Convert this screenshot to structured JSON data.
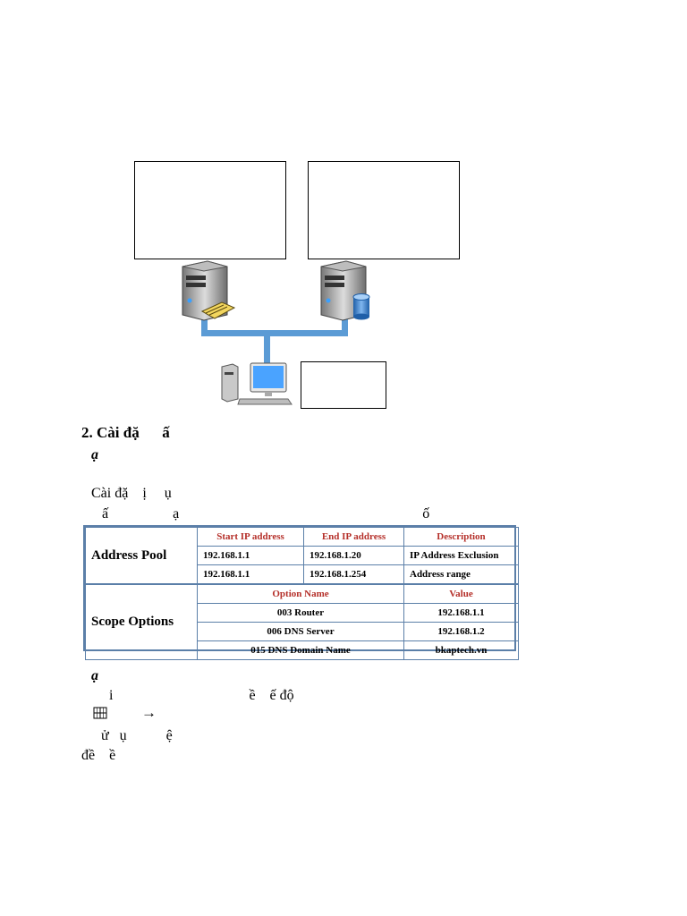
{
  "section": {
    "heading": "2. Cài đặ      ấ",
    "line_a": "ạ",
    "line_b": "Cài đặ    ị     ụ",
    "line_c": "ấ                  ạ                                                                    ố",
    "line_d": "ạ",
    "line_e": "i                                      ề    ế độ",
    "line_f": "→",
    "line_g": "ử   ụ           ệ",
    "line_h": "đề    ề"
  },
  "table": {
    "address_pool": {
      "label": "Address Pool",
      "headers": [
        "Start IP address",
        "End IP address",
        "Description"
      ],
      "rows": [
        [
          "192.168.1.1",
          "192.168.1.20",
          "IP Address Exclusion"
        ],
        [
          "192.168.1.1",
          "192.168.1.254",
          "Address range"
        ]
      ]
    },
    "scope_options": {
      "label": "Scope Options",
      "headers": [
        "Option Name",
        "Value"
      ],
      "rows": [
        [
          "003 Router",
          "192.168.1.1"
        ],
        [
          "006 DNS Server",
          "192.168.1.2"
        ],
        [
          "015 DNS Domain Name",
          "bkaptech.vn"
        ]
      ]
    }
  },
  "icons": [
    "server-with-router-icon",
    "server-with-database-icon",
    "client-computer-icon",
    "windows-start-icon",
    "arrow-right-icon"
  ],
  "colors": {
    "wire": "#5b9bd5",
    "table_border": "#5b7fa8",
    "header_text": "#b5302a"
  }
}
